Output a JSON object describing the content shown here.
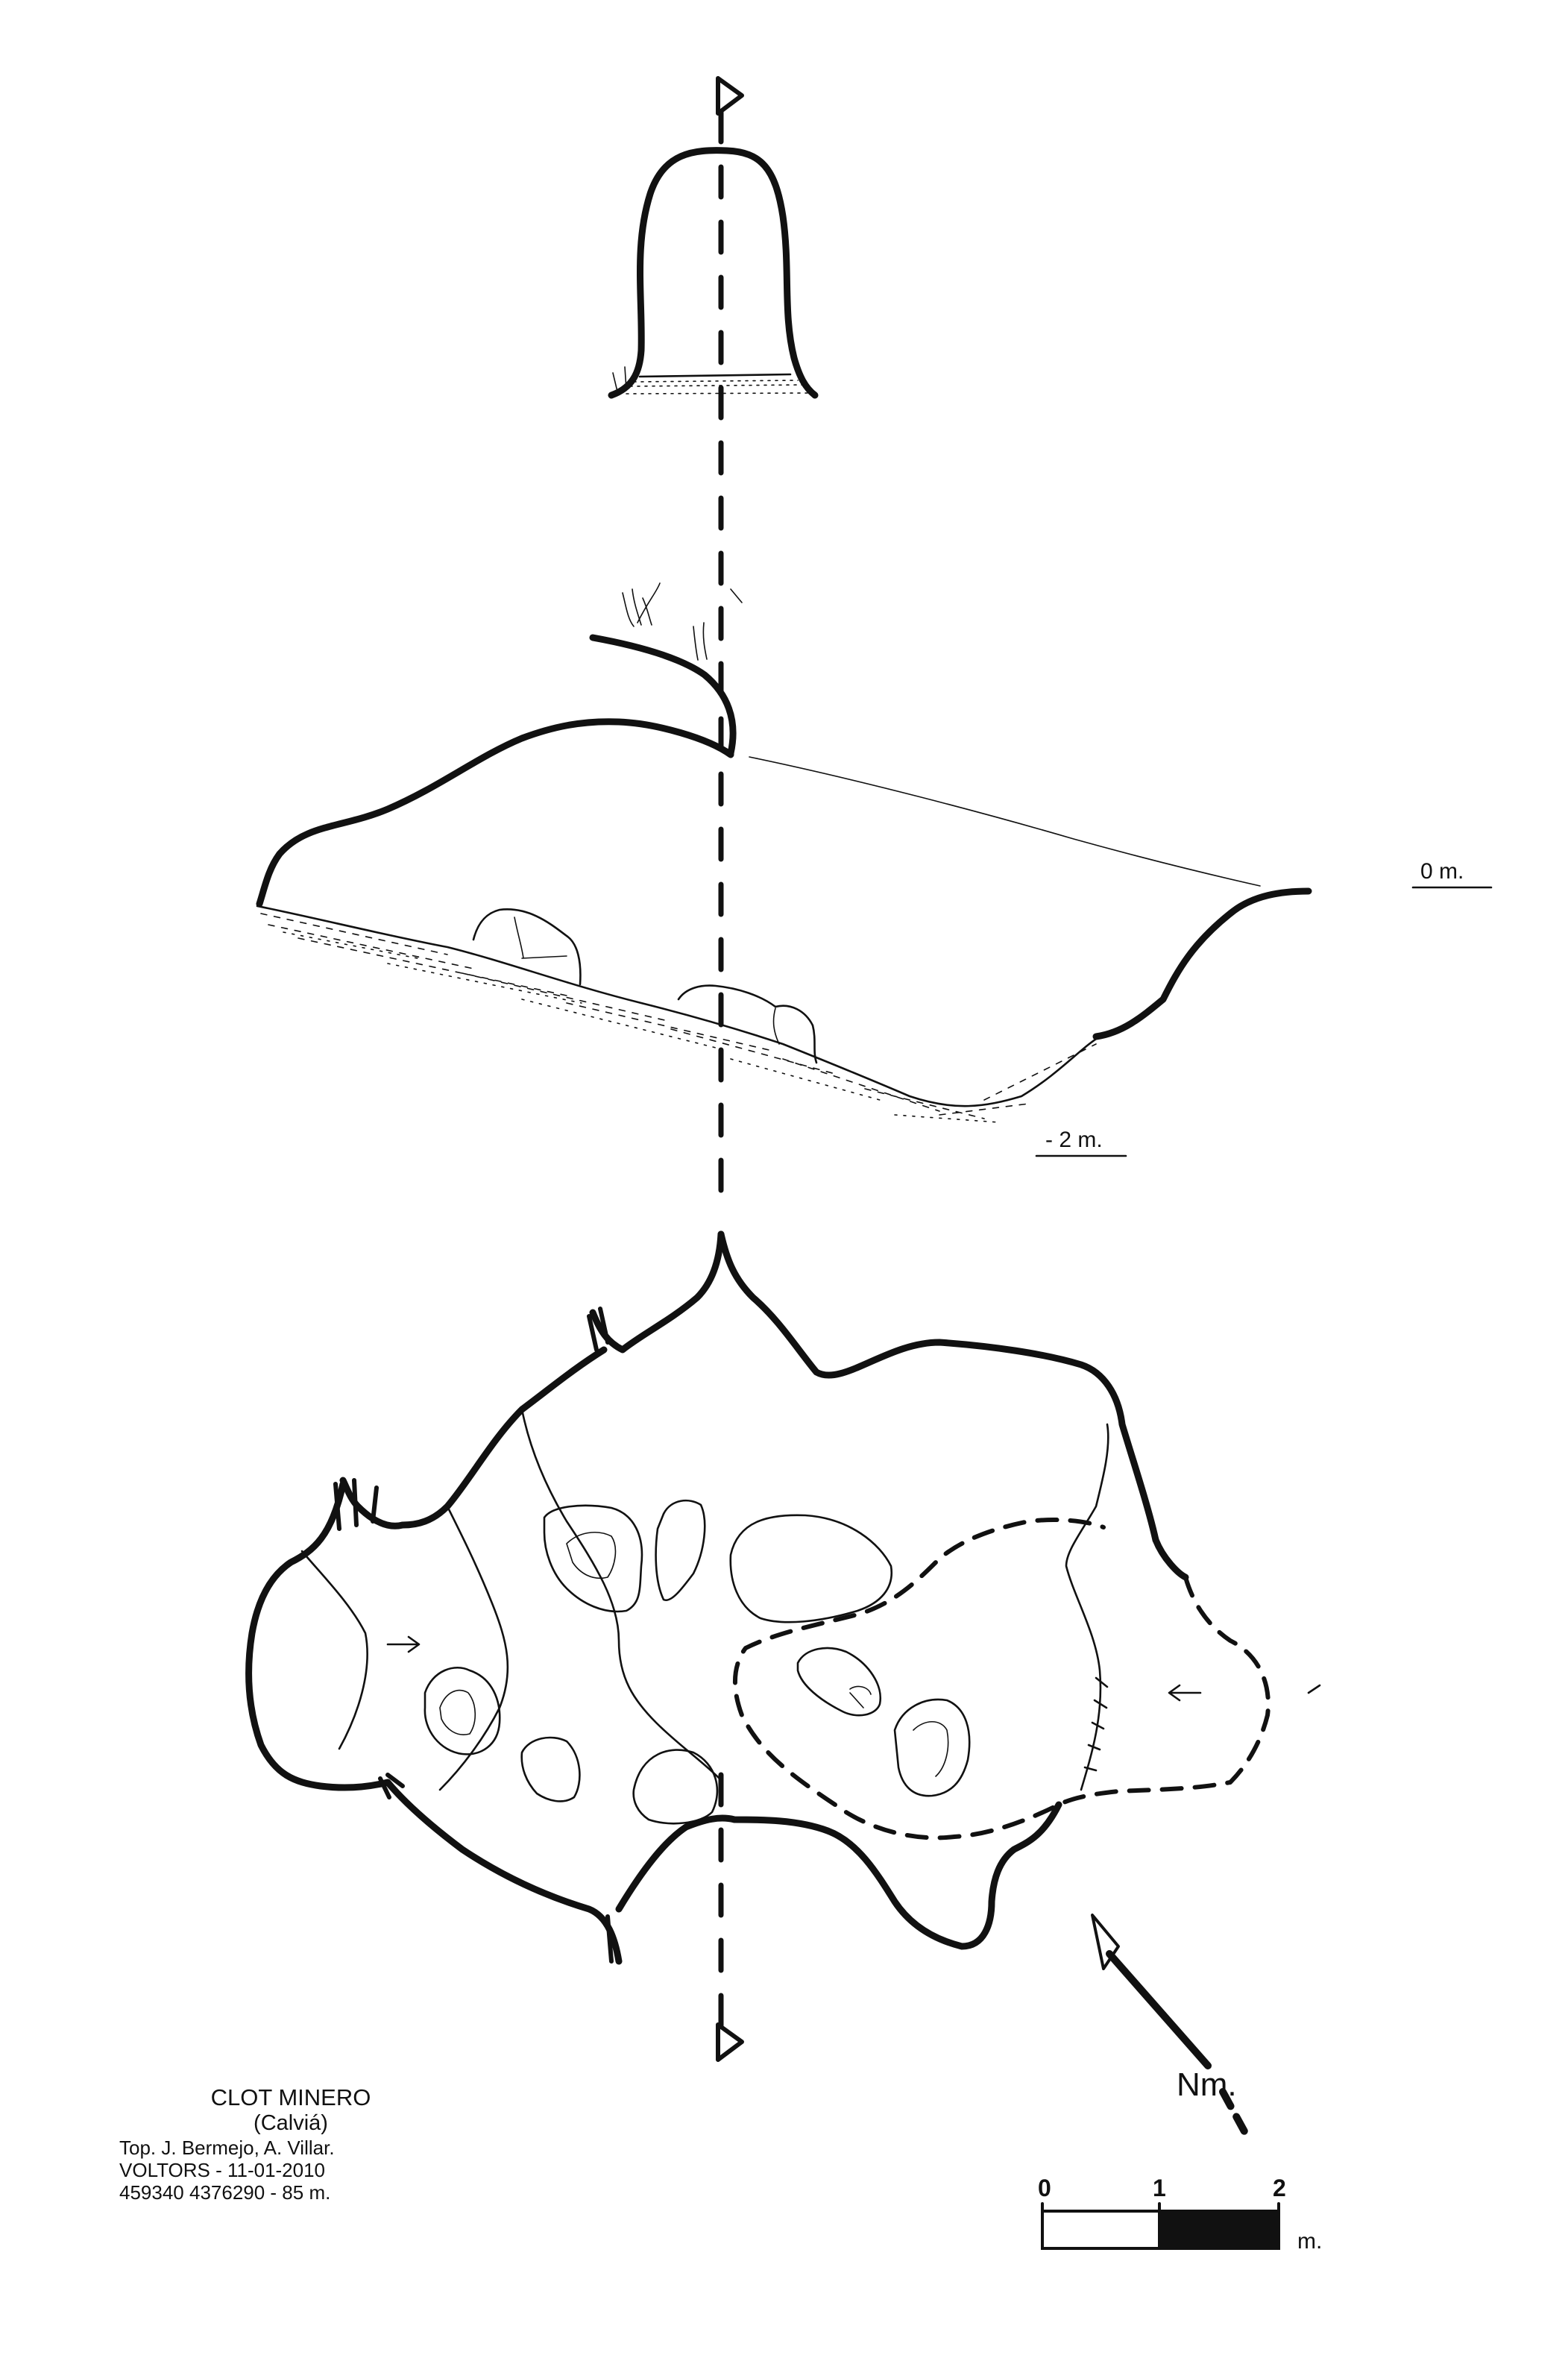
{
  "survey": {
    "title": "CLOT MINERO",
    "municipality": "(Calviá)",
    "topographers": "Top. J. Bermejo, A. Villar.",
    "group_date": "VOLTORS  -  11-01-2010",
    "coordinates": "459340 4376290 - 85 m."
  },
  "profile": {
    "depth_top_label": "0 m.",
    "depth_bottom_label": "- 2 m."
  },
  "north": {
    "label": "Nm."
  },
  "scale_bar": {
    "ticks": [
      "0",
      "1",
      "2"
    ],
    "unit": "m."
  },
  "colors": {
    "ink": "#111111",
    "paper": "#ffffff"
  }
}
